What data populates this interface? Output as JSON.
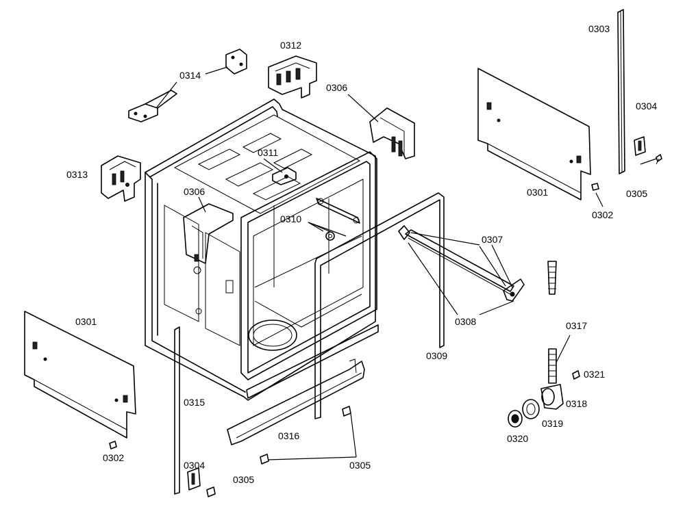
{
  "labels": {
    "l0303": "0303",
    "l0312": "0312",
    "l0314": "0314",
    "l0306a": "0306",
    "l0304a": "0304",
    "l0311": "0311",
    "l0313": "0313",
    "l0306b": "0306",
    "l0301a": "0301",
    "l0305a": "0305",
    "l0302a": "0302",
    "l0310": "0310",
    "l0307": "0307",
    "l0308": "0308",
    "l0301b": "0301",
    "l0309": "0309",
    "l0317": "0317",
    "l0321": "0321",
    "l0315": "0315",
    "l0318": "0318",
    "l0319": "0319",
    "l0320": "0320",
    "l0316": "0316",
    "l0302b": "0302",
    "l0305b": "0305",
    "l0304b": "0304",
    "l0305c": "0305"
  }
}
